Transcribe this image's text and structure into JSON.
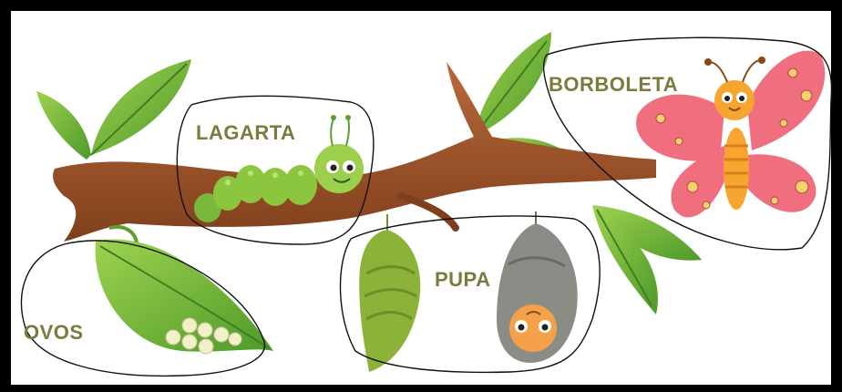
{
  "stages": {
    "ovos": "OVOS",
    "lagarta": "LAGARTA",
    "pupa": "PUPA",
    "borboleta": "BORBOLETA"
  },
  "colors": {
    "label": "#7b7b3e",
    "frame": "#000000",
    "canvas": "#ffffff",
    "branch": "#a0522d",
    "leaf": "#7cc242",
    "caterpillar": "#8cc63f",
    "chrysalis_green": "#8bb33a",
    "chrysalis_gray": "#8c8c86",
    "butterfly_wing": "#ef6f7f",
    "butterfly_body": "#f7a531",
    "egg": "#f2f0c8"
  }
}
